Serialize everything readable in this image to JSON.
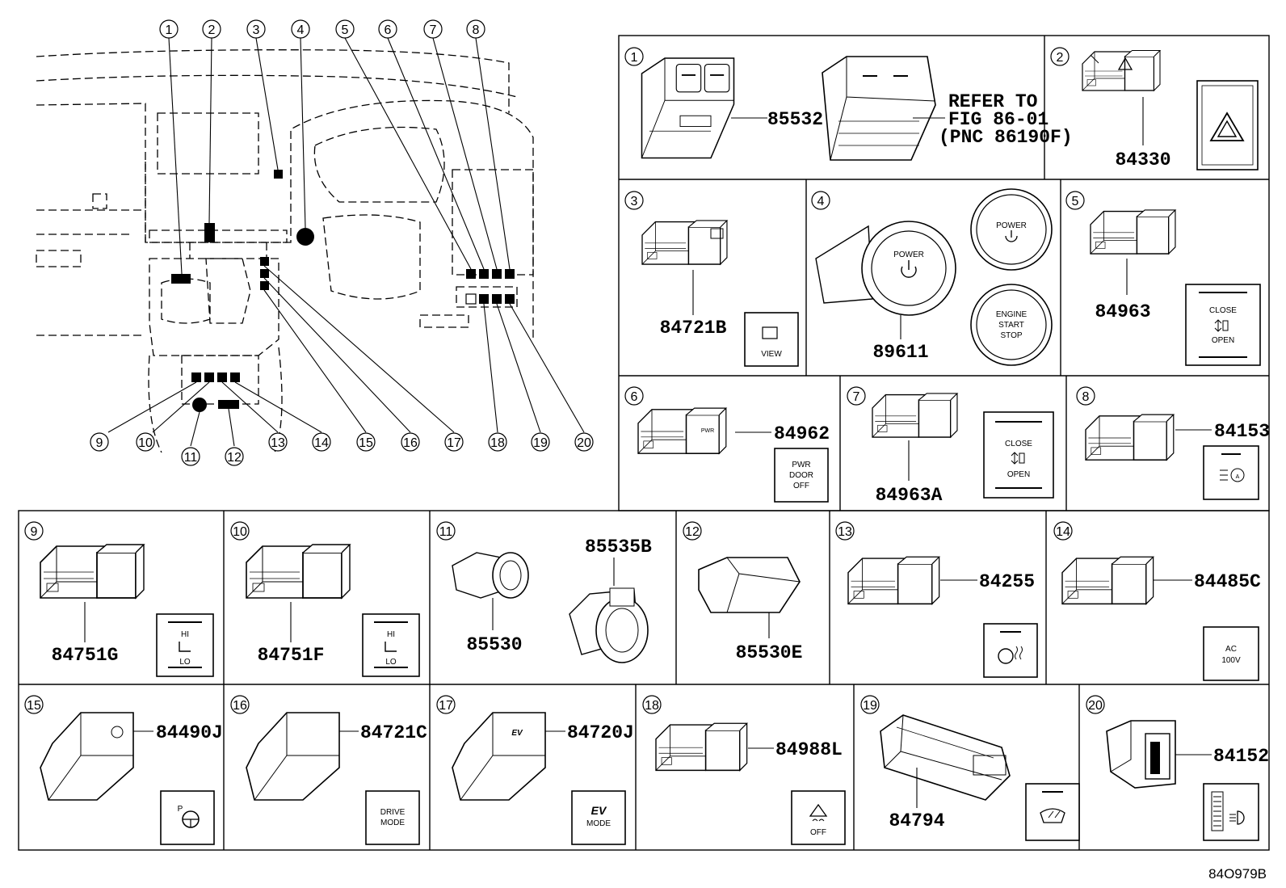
{
  "overview": {
    "callouts": [
      "1",
      "2",
      "3",
      "4",
      "5",
      "6",
      "7",
      "8",
      "9",
      "10",
      "11",
      "12",
      "13",
      "14",
      "15",
      "16",
      "17",
      "18",
      "19",
      "20"
    ]
  },
  "panels": [
    {
      "num": "1",
      "parts": [
        "85532"
      ],
      "note": [
        "REFER TO",
        "FIG 86-01",
        "(PNC 86190F)"
      ]
    },
    {
      "num": "2",
      "parts": [
        "84330"
      ]
    },
    {
      "num": "3",
      "parts": [
        "84721B"
      ],
      "icon_text": [
        "VIEW"
      ]
    },
    {
      "num": "4",
      "parts": [
        "89611"
      ],
      "icon_text": [
        "POWER",
        "POWER",
        "ENGINE",
        "START",
        "STOP"
      ]
    },
    {
      "num": "5",
      "parts": [
        "84963"
      ],
      "icon_text": [
        "CLOSE",
        "OPEN"
      ]
    },
    {
      "num": "6",
      "parts": [
        "84962"
      ],
      "icon_text": [
        "PWR",
        "DOOR",
        "OFF"
      ]
    },
    {
      "num": "7",
      "parts": [
        "84963A"
      ],
      "icon_text": [
        "CLOSE",
        "OPEN"
      ]
    },
    {
      "num": "8",
      "parts": [
        "84153"
      ]
    },
    {
      "num": "9",
      "parts": [
        "84751G"
      ],
      "icon_text": [
        "HI",
        "LO"
      ]
    },
    {
      "num": "10",
      "parts": [
        "84751F"
      ],
      "icon_text": [
        "HI",
        "LO"
      ]
    },
    {
      "num": "11",
      "parts": [
        "85535B",
        "85530"
      ]
    },
    {
      "num": "12",
      "parts": [
        "85530E"
      ]
    },
    {
      "num": "13",
      "parts": [
        "84255"
      ]
    },
    {
      "num": "14",
      "parts": [
        "84485C"
      ],
      "icon_text": [
        "AC",
        "100V"
      ]
    },
    {
      "num": "15",
      "parts": [
        "84490J"
      ]
    },
    {
      "num": "16",
      "parts": [
        "84721C"
      ],
      "icon_text": [
        "DRIVE",
        "MODE"
      ]
    },
    {
      "num": "17",
      "parts": [
        "84720J"
      ],
      "icon_text": [
        "EV",
        "MODE"
      ]
    },
    {
      "num": "18",
      "parts": [
        "84988L"
      ],
      "icon_text": [
        "OFF"
      ]
    },
    {
      "num": "19",
      "parts": [
        "84794"
      ]
    },
    {
      "num": "20",
      "parts": [
        "84152"
      ]
    }
  ],
  "figure_id": "84O979B"
}
